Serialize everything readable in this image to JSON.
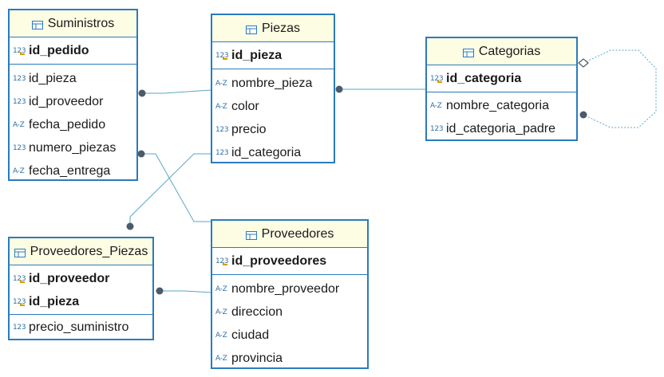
{
  "diagram": {
    "entities": [
      {
        "id": "suministros",
        "title": "Suministros",
        "keys": [
          {
            "name": "id_pedido",
            "type": "123"
          }
        ],
        "columns": [
          {
            "name": "id_pieza",
            "type": "123"
          },
          {
            "name": "id_proveedor",
            "type": "123"
          },
          {
            "name": "fecha_pedido",
            "type": "A-Z"
          },
          {
            "name": "numero_piezas",
            "type": "123"
          },
          {
            "name": "fecha_entrega",
            "type": "A-Z"
          }
        ]
      },
      {
        "id": "piezas",
        "title": "Piezas",
        "keys": [
          {
            "name": "id_pieza",
            "type": "123"
          }
        ],
        "columns": [
          {
            "name": "nombre_pieza",
            "type": "A-Z"
          },
          {
            "name": "color",
            "type": "A-Z"
          },
          {
            "name": "precio",
            "type": "123"
          },
          {
            "name": "id_categoria",
            "type": "123"
          }
        ]
      },
      {
        "id": "categorias",
        "title": "Categorias",
        "keys": [
          {
            "name": "id_categoria",
            "type": "123"
          }
        ],
        "columns": [
          {
            "name": "nombre_categoria",
            "type": "A-Z"
          },
          {
            "name": "id_categoria_padre",
            "type": "123"
          }
        ]
      },
      {
        "id": "proveedores_piezas",
        "title": "Proveedores_Piezas",
        "keys": [
          {
            "name": "id_proveedor",
            "type": "123"
          },
          {
            "name": "id_pieza",
            "type": "123"
          }
        ],
        "columns": [
          {
            "name": "precio_suministro",
            "type": "123"
          }
        ]
      },
      {
        "id": "proveedores",
        "title": "Proveedores",
        "keys": [
          {
            "name": "id_proveedores",
            "type": "123"
          }
        ],
        "columns": [
          {
            "name": "nombre_proveedor",
            "type": "A-Z"
          },
          {
            "name": "direccion",
            "type": "A-Z"
          },
          {
            "name": "ciudad",
            "type": "A-Z"
          },
          {
            "name": "provincia",
            "type": "A-Z"
          }
        ]
      }
    ],
    "colors": {
      "border": "#2a7bbd",
      "header_bg": "#fdfde4",
      "connector": "#5aa6c8",
      "connector_dot": "#4a5b6b"
    }
  }
}
